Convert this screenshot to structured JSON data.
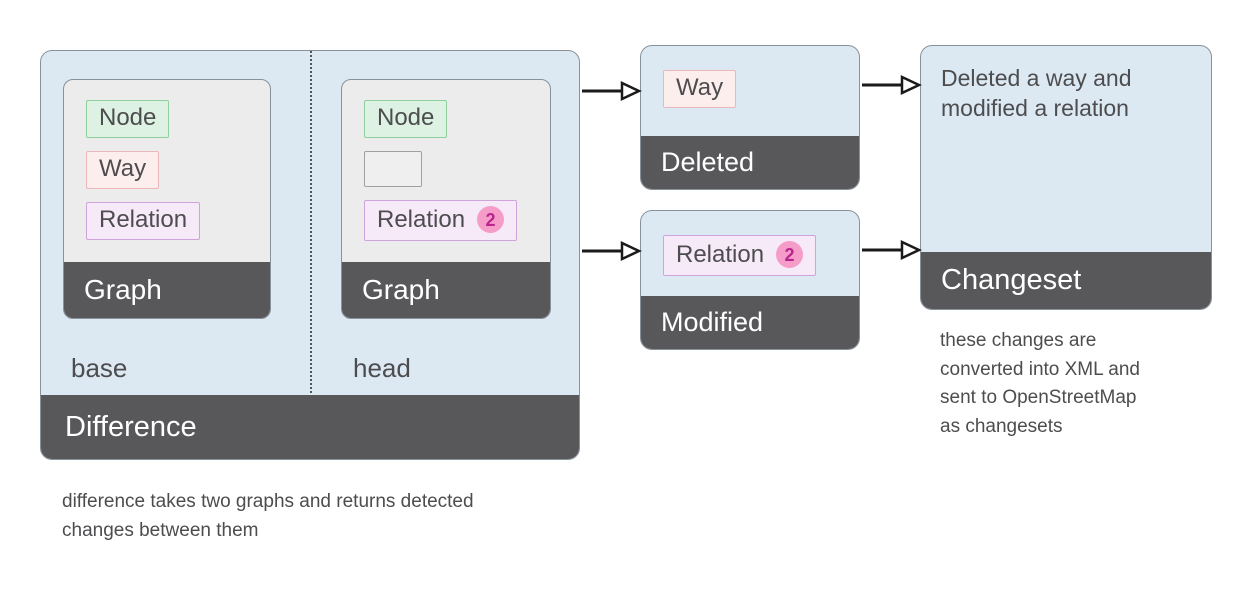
{
  "difference": {
    "title": "Difference",
    "caption": "difference takes two graphs and returns detected changes between them",
    "base": {
      "label": "base",
      "graph": {
        "title": "Graph",
        "chips": {
          "node": "Node",
          "way": "Way",
          "relation": "Relation"
        }
      }
    },
    "head": {
      "label": "head",
      "graph": {
        "title": "Graph",
        "chips": {
          "node": "Node",
          "relation": "Relation",
          "relation_badge": "2"
        }
      }
    }
  },
  "deleted": {
    "title": "Deleted",
    "chip_way": "Way"
  },
  "modified": {
    "title": "Modified",
    "chip_relation": "Relation",
    "badge": "2"
  },
  "changeset": {
    "title": "Changeset",
    "summary": "Deleted a way and modified a relation",
    "caption": "these changes are converted into XML and sent to OpenStreetMap as changesets"
  },
  "colors": {
    "panel_blue": "#dce9f3",
    "footer_dark": "#58585a",
    "graph_gray": "#ececec",
    "node_green": "#ddf2e2",
    "way_pink": "#fdeeee",
    "relation_purple": "#f6eaf9",
    "badge_pink": "#f59cc8",
    "badge_text": "#b9258f",
    "text_dark": "#4d4d4f"
  }
}
